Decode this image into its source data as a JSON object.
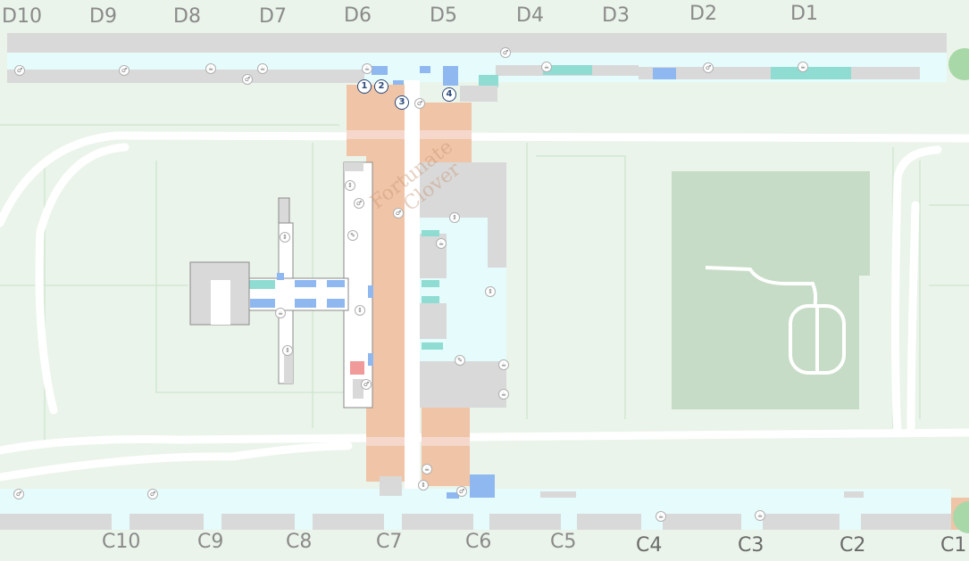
{
  "map": {
    "watermark_line1": "Fortunate",
    "watermark_line2": "Clover",
    "colors": {
      "background": "#eaf4ea",
      "concourse": "#e6fbfb",
      "building": "#d9d9d9",
      "corridor": "#f0c4a6",
      "shop_blue": "#8fb8f0",
      "shop_teal": "#8fdcd2",
      "restricted": "#f09a9a",
      "field": "#c6dcc6",
      "road": "#ffffff"
    },
    "gates_top": [
      "D10",
      "D9",
      "D8",
      "D7",
      "D6",
      "D5",
      "D4",
      "D3",
      "D2",
      "D1"
    ],
    "gates_bottom": [
      "C10",
      "C9",
      "C8",
      "C7",
      "C6",
      "C5",
      "C4",
      "C3",
      "C2",
      "C1"
    ],
    "markers": [
      "1",
      "2",
      "3",
      "4"
    ],
    "icons": {
      "restroom": "restroom-icon",
      "food": "food-icon",
      "shop": "shop-icon",
      "elevator": "elevator-icon"
    }
  }
}
